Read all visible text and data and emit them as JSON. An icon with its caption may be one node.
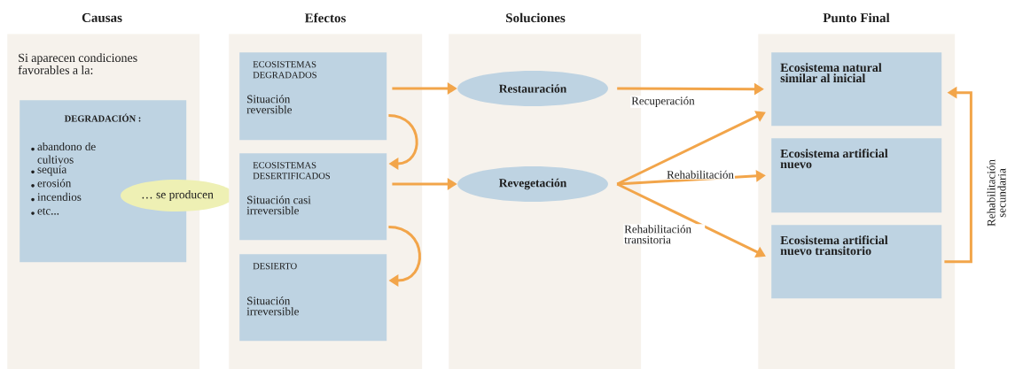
{
  "diagram": {
    "nodes": [
      {
        "text": [
          "Causas",
          "Si aparecen condiciones favorables a la:"
        ]
      },
      {
        "text": [
          "DEGRADACIÓN :",
          "abandono de cultivos",
          "sequía",
          "erosión",
          "incendios",
          "etc..."
        ],
        "in": 0
      },
      {
        "text": [
          "… se producen"
        ]
      },
      {
        "text": [
          "Efectos"
        ]
      },
      {
        "text": [
          "ECOSISTEMAS DEGRADADOS",
          "Situación reversible"
        ],
        "in": 3
      },
      {
        "text": [
          "ECOSISTEMAS DESERTIFICADOS",
          "Situación casi irreversible"
        ],
        "in": 3
      },
      {
        "text": [
          "DESIERTO",
          "Situación irreversible"
        ],
        "in": 3
      },
      {
        "text": [
          "Soluciones"
        ]
      },
      {
        "text": [
          "Restauración"
        ],
        "in": 7
      },
      {
        "text": [
          "Revegetación"
        ],
        "in": 7
      },
      {
        "text": [
          "Punto Final"
        ]
      },
      {
        "text": [
          "Ecosistema natural similar al inicial"
        ],
        "in": 10
      },
      {
        "text": [
          "Ecosistema artificial nuevo"
        ],
        "in": 10
      },
      {
        "text": [
          "Ecosistema artificial nuevo transitorio"
        ],
        "in": 10
      }
    ],
    "edges": [
      {
        "from": 4,
        "to": 8,
        "arrow": "to"
      },
      {
        "from": 5,
        "to": 9,
        "arrow": "to"
      },
      {
        "from": 4,
        "to": 5,
        "arrow": "to"
      },
      {
        "from": 5,
        "to": 6,
        "arrow": "to"
      },
      {
        "from": 8,
        "to": 11,
        "arrow": "to",
        "label": "Recuperación"
      },
      {
        "from": 9,
        "to": 11,
        "arrow": "to"
      },
      {
        "from": 9,
        "to": 12,
        "arrow": "to",
        "label": "Rehabilitación"
      },
      {
        "from": 9,
        "to": 13,
        "arrow": "to",
        "label": "Rehabilitación transitoria"
      },
      {
        "from": 13,
        "to": 11,
        "arrow": "to",
        "label": "Rehabilitación secundaria"
      }
    ]
  }
}
